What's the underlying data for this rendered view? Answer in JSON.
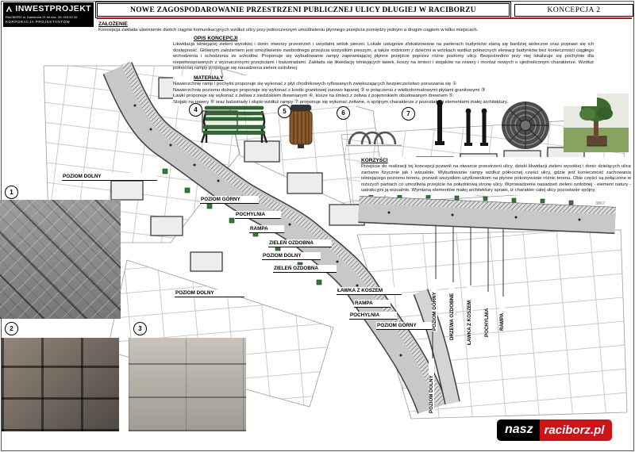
{
  "logo": {
    "name": "INWESTPROJEKT",
    "address": "RACIBÓRZ ul. Kamienna 21 tel./fax. 32/ 415 52 34",
    "subtitle": "KORPORACJA PROJEKTANTÓW"
  },
  "title": "NOWE ZAGOSPODAROWANIE PRZESTRZENI PUBLICZNEJ ULICY DŁUGIEJ W RACIBORZU",
  "concept_label": "KONCEPCJA 2",
  "sections": {
    "zalozenie_heading": "ZAŁOŻENIE",
    "zalozenie_text": "Koncepcja zakłada utworzenie dwóch ciągów komunikacyjnych wzdłuż ulicy przy jednoczesnym umożliwieniu płynnego przejścia pomiędzy jednym a drugim ciągiem w kilku miejscach.",
    "opis_heading": "OPIS KONCEPCJI",
    "opis_text": "Likwidacja istniejącej zieleni wysokiej i donic otworzy przestrzeń i uwydatni widok pierzei. Lokale usługowe zlokalizowane na parterach budynków staną się bardziej widoczne oraz poprawi się ich dostępność. Głównym założeniem jest umożliwienie swobodnego przejścia wszystkim pieszym, a także rodzicom z dziećmi w wózkach wzdłuż północnych elewacji budynków bez konieczności ciągłego wchodzenia i schodzenia ze schodów. Proponuje się wybudowanie rampy zapewniającej płynne przejście poprzez różne poziomy ulicy. Bezpośrednio przy niej lokalizuje się pochylnie dla niepełnosprawnych z wyznaczonymi przejściami i balustradami. Zakłada się likwidację istniejących ławek, koszy na śmieci i stojaków na rowery i montaż nowych o ujednoliconym charakterze. Wzdłuż północnej rampy proponuje się nasadzenia zieleni ozdobnej.",
    "materialy_heading": "MATERIAŁY",
    "materialy_items": [
      "Nawierzchnię ramp i pochylni proponuje się wykonać z płyt chodnikowych ryflowanych zwiększających bezpieczeństwo poruszania się ①",
      "Nawierzchnię poziomu dolnego proponuje się wykonać z kostki granitowej surowo łupanej ② w połączeniu z wielkoformatowymi płytami granitowymi ③",
      "Ławki proponuje się wykonać z żeliwa z siedziskiem drewnianym ④, kosze na śmieci z żeliwa z pojemnikiem obudowanym drewnem ⑤.",
      "Stojaki na rowery ⑥ oraz balustrady i słupki wzdłuż rampy ⑦ proponuje się wykonać żeliwne, o spójnym charakterze z pozostałymi elementami małej architektury."
    ],
    "korzysci_heading": "KORZYŚCI",
    "korzysci_text": "Przejście do realizacji tej koncepcji pozwoli na otwarcie przestrzeni ulicy, dzięki likwidacji zieleni wysokiej i donic dzielących ulicę zarówno fizycznie jak i wizualnie. Wybudowanie rampy wzdłuż północnej części ulicy, gdzie jest konieczność zachowania istniejącego poziomu terenu, pozwoli wszystkim użytkownikom na płynne pokonywanie różnic terenu. Obie części są połączone w niższych partiach co umożliwia przejście na południową stronę ulicy. Wprowadzenie nasadzeń zieleni ozdobnej - element natury - uatrakcyjni ją wizualnie. Wymiana elementów małej architektury sprawi, iż charakter całej ulicy pozostanie spójny."
  },
  "figure_numbers": [
    "1",
    "2",
    "3",
    "4",
    "5",
    "6",
    "7"
  ],
  "plan_labels": {
    "poziom_dolny": "POZIOM DOLNY",
    "poziom_gorny": "POZIOM GÓRNY",
    "pochylnia": "POCHYLNIA",
    "rampa": "RAMPA",
    "zielen_ozdobna": "ZIELEŃ OZDOBNA",
    "lawka_z_koszem": "ŁAWKA Z KOSZEM",
    "drzewa_ozdobne": "DRZEWA OZDOBNE"
  },
  "plan": {
    "parcel_number": "3867"
  },
  "footer": {
    "brand_black": "nasz",
    "brand_red": "raciborz.pl"
  },
  "colors": {
    "accent_red": "#c41212",
    "brand_red": "#d01317",
    "green_ornamental": "#2e7d32"
  }
}
